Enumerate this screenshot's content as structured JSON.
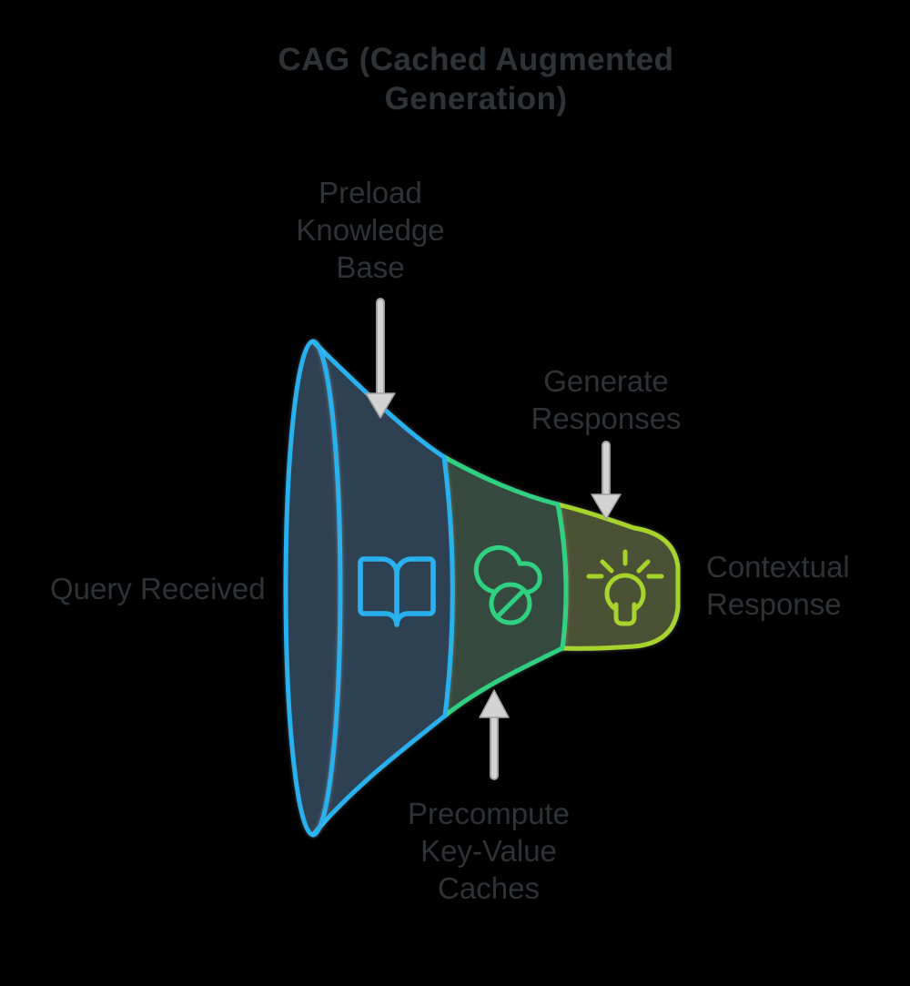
{
  "title": {
    "lines": [
      "CAG (Cached Augmented",
      "Generation)"
    ]
  },
  "funnel": {
    "stages": [
      {
        "name": "preload",
        "label_lines": [
          "Preload",
          "Knowledge",
          "Base"
        ],
        "icon": "open-book-icon",
        "fill": "#2e4152",
        "stroke": "#29b1ef"
      },
      {
        "name": "precompute",
        "label_lines": [
          "Precompute",
          "Key-Value",
          "Caches"
        ],
        "icon": "cloud-slash-icon",
        "fill": "#35493e",
        "stroke": "#2fd180"
      },
      {
        "name": "generate",
        "label_lines": [
          "Generate",
          "Responses"
        ],
        "icon": "lightbulb-icon",
        "fill": "#4b5134",
        "stroke": "#a6d32c"
      }
    ],
    "input_label": "Query Received",
    "output_label_lines": [
      "Contextual",
      "Response"
    ]
  },
  "colors": {
    "background": "#000000",
    "text": "#2e3338",
    "arrow": "#d3d3d3",
    "cyan": "#29b1ef",
    "green": "#2fd180",
    "lime": "#a6d32c",
    "fill_blue": "#2e4152",
    "fill_green": "#35493e",
    "fill_olive": "#4b5134"
  }
}
